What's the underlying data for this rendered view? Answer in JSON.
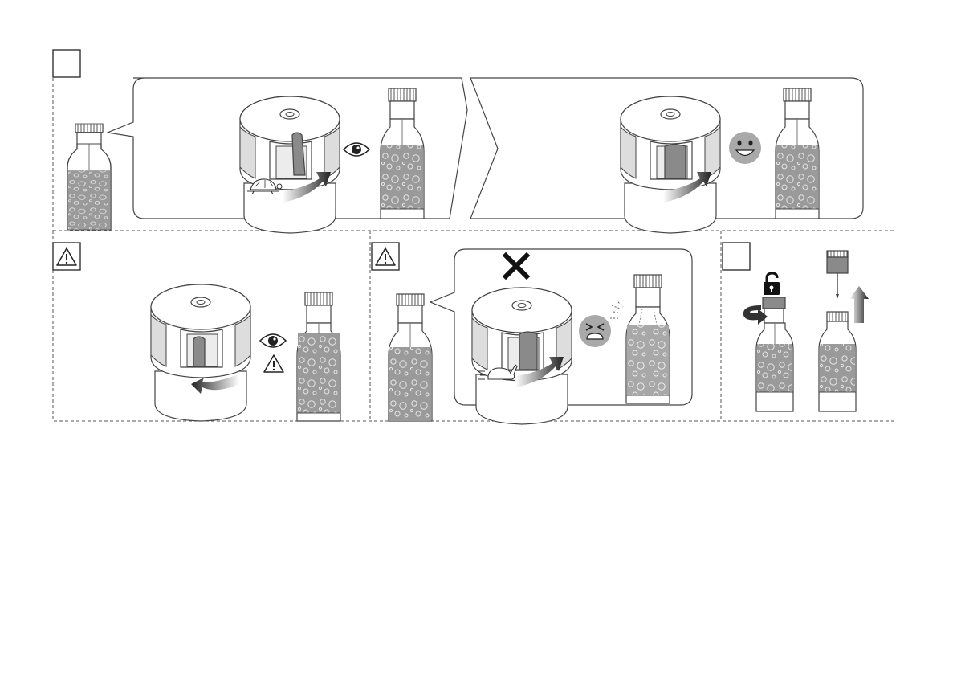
{
  "manual_page": {
    "step_markers": [
      "",
      ""
    ],
    "panels": [
      {
        "id": "top-row",
        "icons": [
          "turtle-icon",
          "rotate-arrow-icon",
          "eye-icon",
          "smile-icon"
        ]
      },
      {
        "id": "caution-slow",
        "icons": [
          "warning-icon",
          "rotate-back-arrow-icon",
          "eye-icon",
          "warning-icon"
        ]
      },
      {
        "id": "caution-fast",
        "icons": [
          "warning-icon",
          "cross-icon",
          "rabbit-icon",
          "rotate-arrow-icon",
          "disgust-face-icon"
        ]
      },
      {
        "id": "remove",
        "icons": [
          "unlock-icon",
          "twist-arrow-icon",
          "up-arrow-icon"
        ]
      }
    ]
  },
  "colors": {
    "line": "#444444",
    "fill_dark": "#8a8a8a",
    "fill_mid": "#a9a9a9",
    "fill_light": "#dddddd",
    "background": "#ffffff"
  }
}
